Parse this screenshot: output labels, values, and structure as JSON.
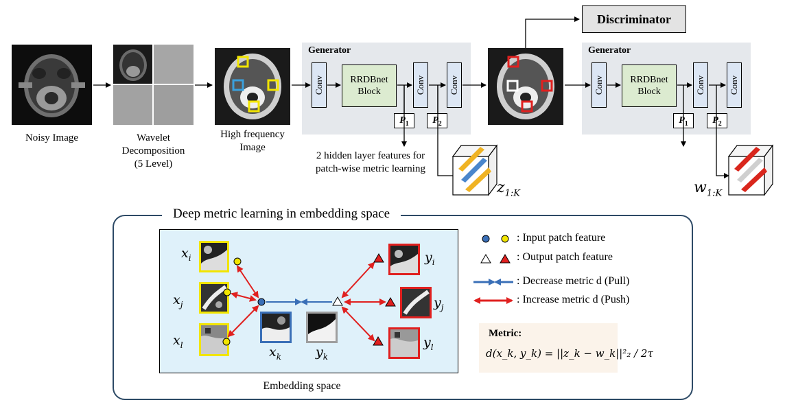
{
  "top": {
    "noisy_label": "Noisy Image",
    "wavelet_label_1": "Wavelet",
    "wavelet_label_2": "Decomposition",
    "wavelet_label_3": "(5 Level)",
    "hf_label_1": "High frequency",
    "hf_label_2": "Image",
    "generator_title": "Generator",
    "conv_label": "Conv",
    "rrdb_label_1": "RRDBnet",
    "rrdb_label_2": "Block",
    "p1": "P",
    "p1_sub": "1",
    "p2": "P",
    "p2_sub": "2",
    "hidden_note_1": "2 hidden layer features for",
    "hidden_note_2": "patch-wise metric learning",
    "z_label": "z",
    "z_sub": "1:K",
    "w_label": "w",
    "w_sub": "1:K",
    "discriminator": "Discriminator"
  },
  "bottom": {
    "title": "Deep metric learning in embedding space",
    "embedding_label": "Embedding space",
    "xi": "x",
    "xi_sub": "i",
    "xj": "x",
    "xj_sub": "j",
    "xl": "x",
    "xl_sub": "l",
    "xk": "x",
    "xk_sub": "k",
    "yk": "y",
    "yk_sub": "k",
    "yi": "y",
    "yi_sub": "i",
    "yj": "y",
    "yj_sub": "j",
    "yl": "y",
    "yl_sub": "l",
    "legend_input": ": Input patch feature",
    "legend_output": ": Output patch feature",
    "legend_decrease": ": Decrease metric d (Pull)",
    "legend_increase": ": Increase metric d (Push)",
    "metric_title": "Metric:",
    "metric_formula": "d(x_k, y_k) = ||z_k − w_k||²₂ / 2τ"
  },
  "colors": {
    "blue": "#3a6fb7",
    "yellow": "#f2e500",
    "red": "#e0201f",
    "gray_box": "#e5e8ec",
    "embedding_bg": "#dff1fa",
    "conv_fill": "#dce6f4",
    "rrdb_fill": "#dcebd0",
    "metric_bg": "#fbf3ea",
    "frame": "#2d4a66"
  }
}
